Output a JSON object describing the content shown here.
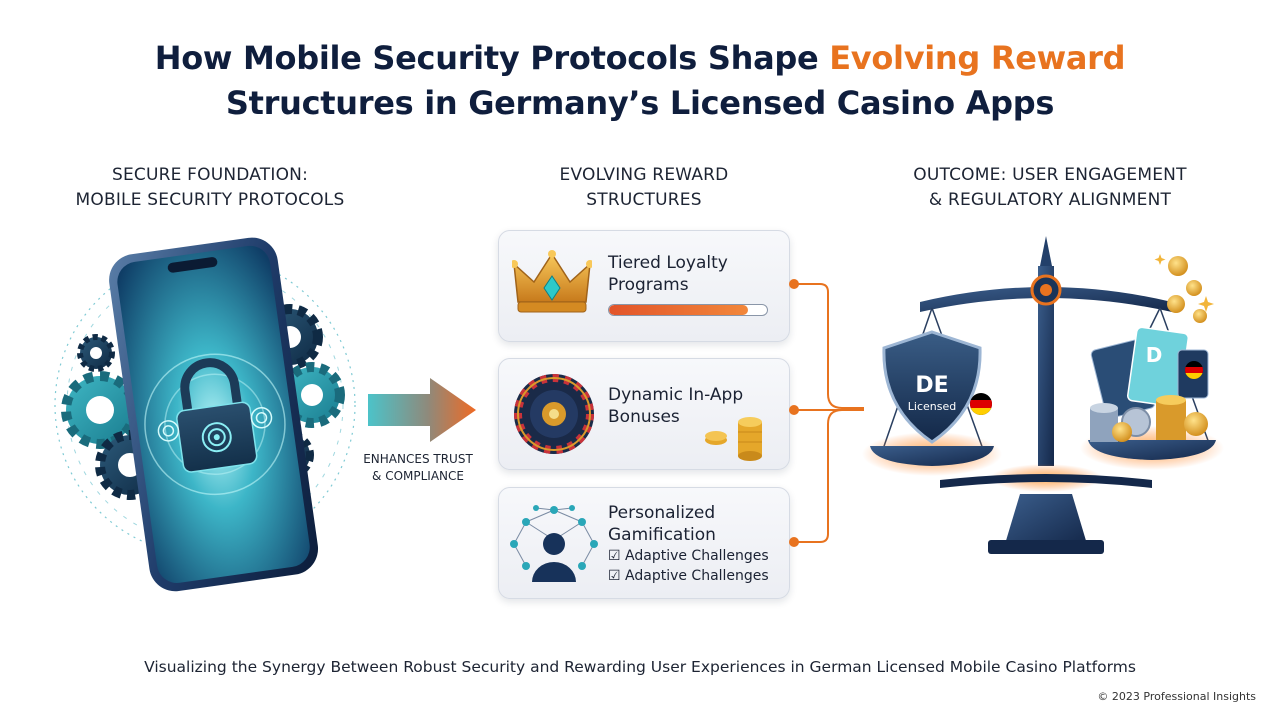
{
  "header": {
    "title_part1": "How Mobile Security Protocols Shape ",
    "title_highlight": "Evolving Reward",
    "title_line2": "Structures in Germany’s Licensed Casino Apps"
  },
  "columns": {
    "left": {
      "line1": "SECURE FOUNDATION:",
      "line2": "MOBILE SECURITY PROTOCOLS"
    },
    "middle": {
      "line1": "EVOLVING REWARD",
      "line2": "STRUCTURES"
    },
    "right": {
      "line1": "OUTCOME: USER ENGAGEMENT",
      "line2": "& REGULATORY ALIGNMENT"
    }
  },
  "arrow_label": {
    "line1": "ENHANCES TRUST",
    "line2": "& COMPLIANCE"
  },
  "cards": {
    "loyalty": {
      "line1": "Tiered Loyalty",
      "line2": "Programs",
      "progress": 0.88
    },
    "bonuses": {
      "line1": "Dynamic In-App",
      "line2": "Bonuses"
    },
    "gamification": {
      "line1": "Personalized",
      "line2": "Gamification",
      "checks": [
        "Adaptive Challenges",
        "Adaptive Challenges"
      ]
    }
  },
  "shield": {
    "code": "DE",
    "label": "Licensed"
  },
  "card_letter": "D",
  "caption": "Visualizing the Synergy Between Robust Security and Rewarding User Experiences in German Licensed Mobile Casino Platforms",
  "copyright": "© 2023 Professional Insights",
  "colors": {
    "accent": "#e8731f",
    "navy": "#0f1e3d",
    "teal": "#2aa7b8",
    "connector": "#e8731f"
  }
}
